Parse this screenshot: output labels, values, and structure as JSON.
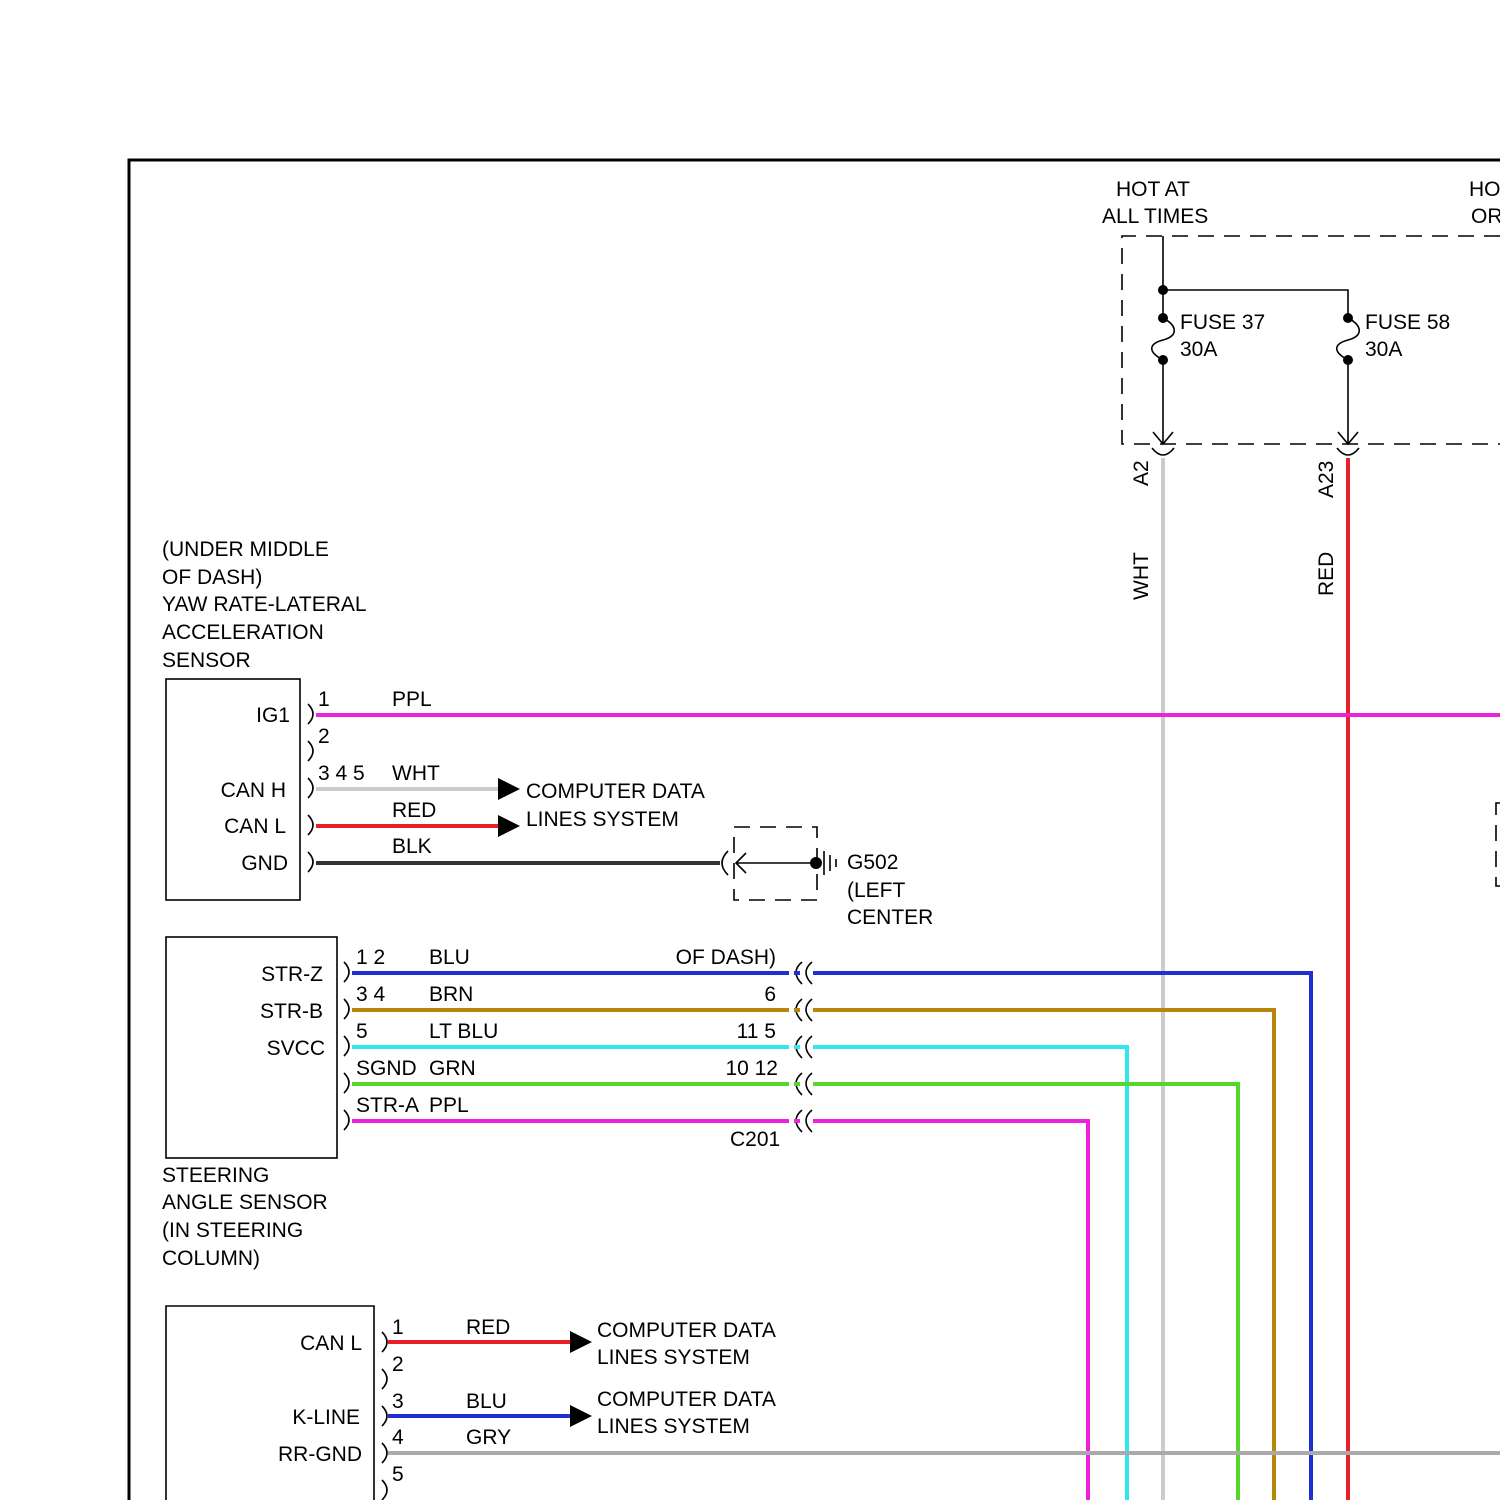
{
  "colors": {
    "PPL": "#ee22dd",
    "WHT": "#cccccc",
    "RED": "#e8202a",
    "BLK": "#333333",
    "BLU": "#1f2fd0",
    "BRN": "#b8860b",
    "LT BLU": "#2ee8ee",
    "GRN": "#55d62a",
    "GRY": "#aaaaaa"
  },
  "power": {
    "hot_at_all_times": [
      "HOT AT",
      "ALL TIMES"
    ],
    "hot_cut": [
      "HO",
      "OR"
    ],
    "fuse37": {
      "name": "FUSE 37",
      "rating": "30A",
      "pin": "A2",
      "wire": "WHT"
    },
    "fuse58": {
      "name": "FUSE 58",
      "rating": "30A",
      "pin": "A23",
      "wire": "RED"
    }
  },
  "yaw_sensor": {
    "caption": [
      "(UNDER MIDDLE",
      "OF DASH)",
      "YAW RATE-LATERAL",
      "ACCELERATION",
      "SENSOR"
    ],
    "pins": [
      {
        "label": "IG1",
        "num": "1",
        "wire": "PPL"
      },
      {
        "label": "",
        "num": "2",
        "wire": ""
      },
      {
        "label": "CAN H",
        "num": "3 4 5",
        "wire": "WHT"
      },
      {
        "label": "CAN L",
        "num": "",
        "wire": "RED"
      },
      {
        "label": "GND",
        "num": "",
        "wire": "BLK"
      }
    ],
    "data_lines": [
      "COMPUTER DATA",
      "LINES SYSTEM"
    ],
    "ground": [
      "G502",
      "(LEFT",
      "CENTER"
    ]
  },
  "steering_sensor": {
    "caption": [
      "STEERING",
      "ANGLE SENSOR",
      "(IN STEERING",
      "COLUMN)"
    ],
    "pins": [
      {
        "label": "STR-Z",
        "num": "1 2",
        "wire": "BLU",
        "c201": "OF DASH)"
      },
      {
        "label": "STR-B",
        "num": "3 4",
        "wire": "BRN",
        "c201": "6"
      },
      {
        "label": "SVCC",
        "num": "5",
        "wire": "LT BLU",
        "c201": "11 5"
      },
      {
        "label": "",
        "num": "SGND",
        "wire": "GRN",
        "c201": "10 12"
      },
      {
        "label": "",
        "num": "STR-A",
        "wire": "PPL",
        "c201": ""
      }
    ],
    "connector": "C201"
  },
  "lower_module": {
    "pins": [
      {
        "label": "CAN L",
        "num": "1",
        "wire": "RED"
      },
      {
        "label": "",
        "num": "2",
        "wire": ""
      },
      {
        "label": "K-LINE",
        "num": "3",
        "wire": "BLU"
      },
      {
        "label": "RR-GND",
        "num": "4",
        "wire": "GRY"
      },
      {
        "label": "",
        "num": "5",
        "wire": ""
      }
    ],
    "data_lines_1": [
      "COMPUTER DATA",
      "LINES SYSTEM"
    ],
    "data_lines_2": [
      "COMPUTER DATA",
      "LINES SYSTEM"
    ]
  }
}
